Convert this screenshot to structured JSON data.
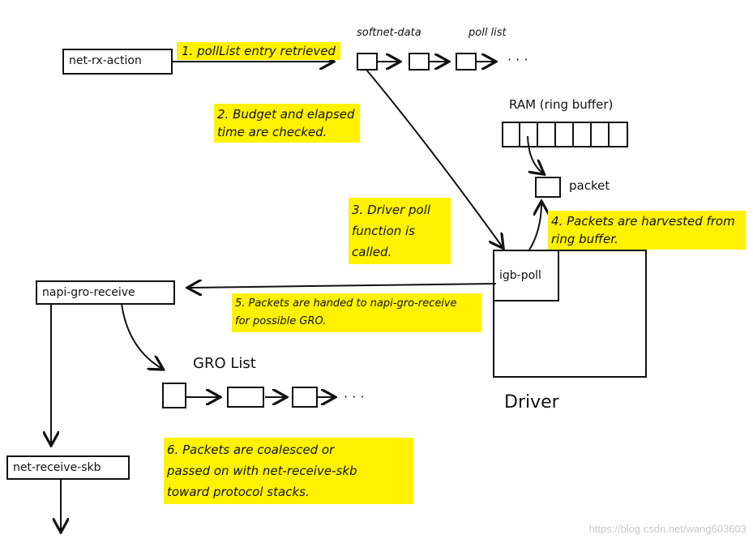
{
  "diagram": {
    "net_rx_action": "net-rx-action",
    "softnet_data": "softnet-data",
    "poll_list": "poll list",
    "ram_label": "RAM (ring buffer)",
    "packet": "packet",
    "igb_poll": "igb-poll",
    "driver": "Driver",
    "napi_gro_receive": "napi-gro-receive",
    "gro_list": "GRO List",
    "net_receive_skb": "net-receive-skb",
    "dots1": "· · ·",
    "dots2": "· · ·"
  },
  "steps": {
    "s1": "1. pollList entry retrieved",
    "s2_line1": "2. Budget and elapsed",
    "s2_line2": "time are checked.",
    "s3_line1": "3. Driver poll",
    "s3_line2": "function is",
    "s3_line3": "called.",
    "s4_line1": "4. Packets are harvested from",
    "s4_line2": "ring buffer.",
    "s5_line1": "5. Packets are handed to napi-gro-receive",
    "s5_line2": "for possible GRO.",
    "s6_line1": "6. Packets are coalesced or",
    "s6_line2": "passed on with net-receive-skb",
    "s6_line3": "toward protocol stacks."
  },
  "watermark": "https://blog.csdn.net/wang603603",
  "colors": {
    "highlight": "#fff200",
    "ink": "#111111"
  }
}
